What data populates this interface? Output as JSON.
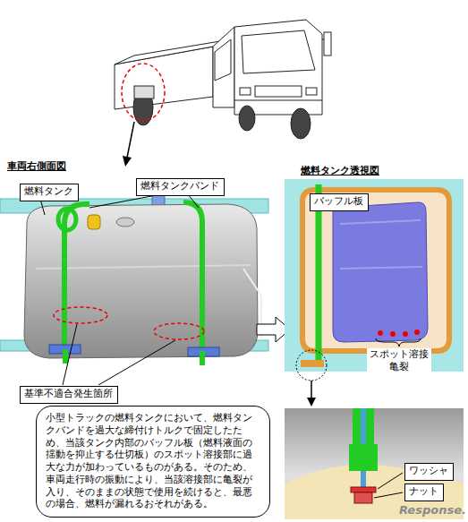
{
  "diagram": {
    "nodes": [
      {
        "text": [
          "燃料タンク"
        ]
      },
      {
        "text": [
          "燃料タンクバンド"
        ]
      },
      {
        "text": [
          "バッフル板"
        ]
      },
      {
        "text": [
          "基準不適合発生箇所"
        ]
      },
      {
        "text": [
          "小型トラックの燃料タンクにおいて、燃料タンクバンドを過大な締付けトルクで固定したため、当該タンク内部のバッフル板（燃料液面の揺動を抑止する仕切板）のスポット溶接部に過大な力が加わっているものがある。そのため、車両走行時の振動により、当該溶接部に亀裂が入り、そのままの状態で使用を続けると、最悪の場合、燃料が漏れるおそれがある。"
        ]
      },
      {
        "text": [
          "ワッシャ"
        ]
      },
      {
        "text": [
          "ナット"
        ]
      }
    ],
    "labels": [
      "車両右側面図",
      "燃料タンク透視図",
      "スポット溶接 亀裂",
      "Response."
    ]
  }
}
